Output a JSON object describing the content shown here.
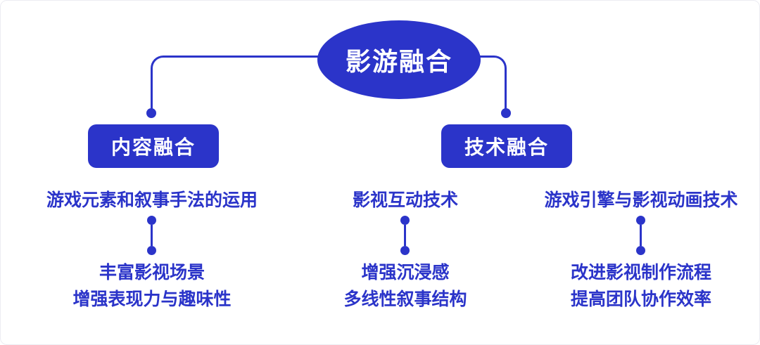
{
  "colors": {
    "primary": "#2b34c9",
    "background": "#ffffff",
    "node_text": "#ffffff"
  },
  "root": {
    "label": "影游融合"
  },
  "branches": {
    "content": {
      "label": "内容融合"
    },
    "tech": {
      "label": "技术融合"
    }
  },
  "columns": [
    {
      "heading": "游戏元素和叙事手法的运用",
      "result_line1": "丰富影视场景",
      "result_line2": "增强表现力与趣味性"
    },
    {
      "heading": "影视互动技术",
      "result_line1": "增强沉浸感",
      "result_line2": "多线性叙事结构"
    },
    {
      "heading": "游戏引擎与影视动画技术",
      "result_line1": "改进影视制作流程",
      "result_line2": "提高团队协作效率"
    }
  ]
}
